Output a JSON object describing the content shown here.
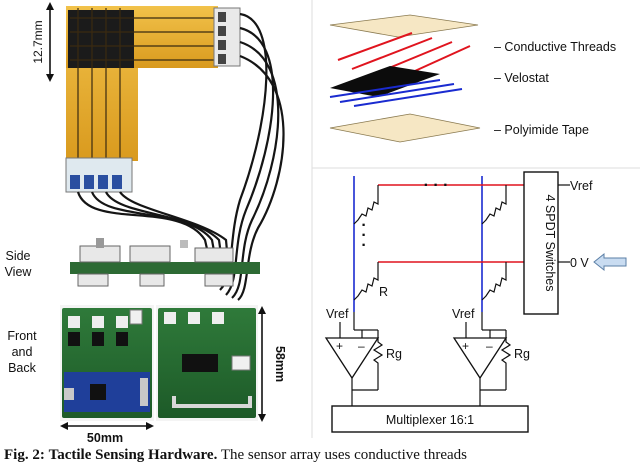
{
  "photo": {
    "dim_height": "12.7mm",
    "side_view": [
      "Side",
      "View"
    ],
    "front_back": [
      "Front",
      "and",
      "Back"
    ],
    "dim_width": "50mm",
    "dim_board": "58mm"
  },
  "layers": {
    "conductive_threads": "– Conductive Threads",
    "velostat": "– Velostat",
    "polyimide_tape": "– Polyimide Tape"
  },
  "circuit": {
    "switches": "4 SPDT Switches",
    "vref_right": "Vref",
    "zero_v": "0 V",
    "resistor": "R",
    "vref_left": "Vref",
    "vref_mid": "Vref",
    "rg_left": "Rg",
    "rg_right": "Rg",
    "plus": "+",
    "minus": "–",
    "plus2": "+",
    "minus2": "–",
    "multiplexer": "Multiplexer 16:1",
    "dots_h": "· · ·",
    "dots_v": "·"
  },
  "caption": {
    "label": "Fig. 2:",
    "title": "Tactile Sensing Hardware.",
    "text": "The sensor array uses conductive threads"
  },
  "colors": {
    "red_thread": "#e0141e",
    "blue_thread": "#1a2bd0",
    "tape": "#f6e7c4",
    "arrow": "#c9dcf1"
  }
}
